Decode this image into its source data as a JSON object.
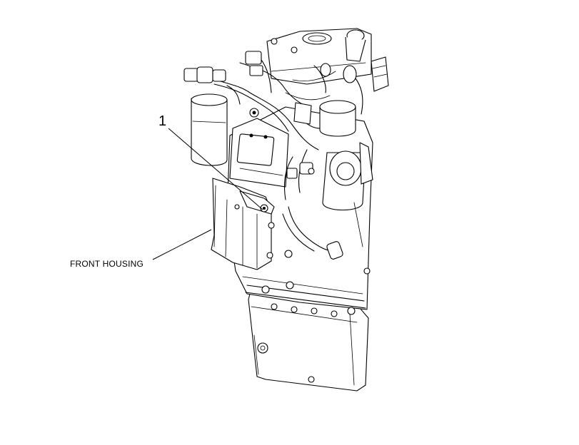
{
  "figure": {
    "callouts": [
      {
        "id": "callout-1",
        "text": "1"
      },
      {
        "id": "front-housing",
        "text": "FRONT HOUSING"
      }
    ],
    "line_color": "#000000",
    "background_color": "#ffffff"
  }
}
